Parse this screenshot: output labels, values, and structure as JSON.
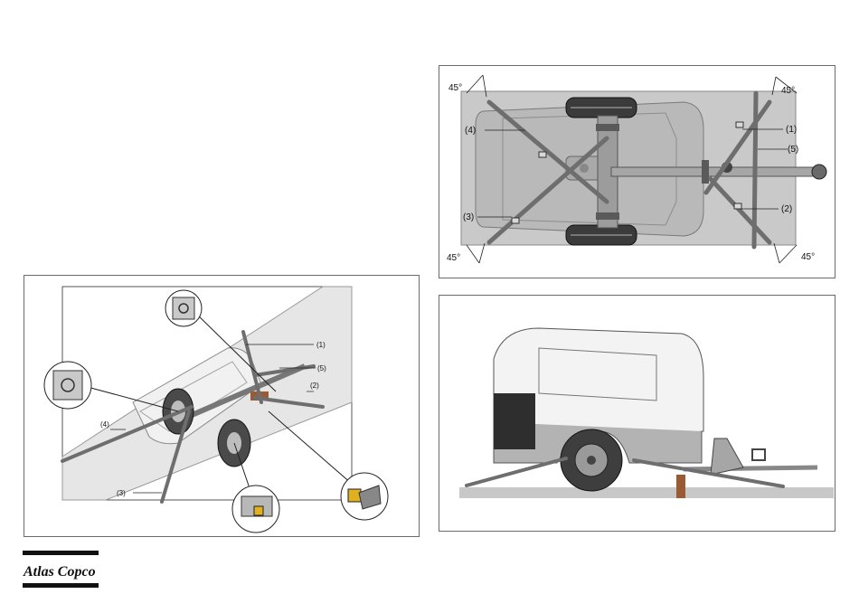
{
  "top_view": {
    "angles": [
      "45°",
      "45°",
      "45°",
      "45°"
    ],
    "labels": [
      "(4)",
      "(3)",
      "(1)",
      "(5)",
      "(2)"
    ]
  },
  "perspective_view": {
    "labels": [
      "(1)",
      "(5)",
      "(2)",
      "(4)",
      "(3)"
    ]
  },
  "logo": {
    "text": "Atlas Copco"
  },
  "colors": {
    "strap": "#6e6e6e",
    "ground": "#c8c8c8",
    "block": "#9a5a34",
    "badge": "#e0b020"
  }
}
